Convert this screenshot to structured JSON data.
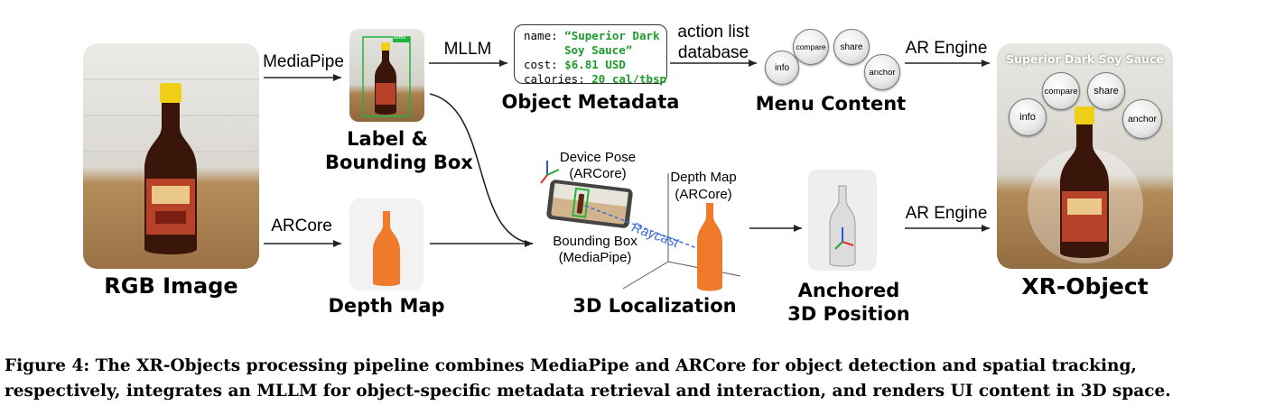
{
  "nodes": {
    "rgb_title": "RGB Image",
    "label_title_line1": "Label &",
    "label_title_line2": "Bounding Box",
    "bbox_tag": "bottle",
    "depth_title": "Depth Map",
    "metadata_title": "Object Metadata",
    "menu_title": "Menu Content",
    "localization_title": "3D Localization",
    "anchored_line1": "Anchored",
    "anchored_line2": "3D Position",
    "xr_title": "XR-Object"
  },
  "edges": {
    "mediapipe": "MediaPipe",
    "arcore": "ARCore",
    "mllm": "MLLM",
    "action_line1": "action list",
    "action_line2": "database",
    "ar_engine_top": "AR Engine",
    "ar_engine_bottom": "AR Engine"
  },
  "metadata": {
    "name_key": "name:",
    "name_val_line1": "“Superior Dark",
    "name_val_line2": "Soy Sauce”",
    "cost_key": "cost:",
    "cost_val": "$6.81 USD",
    "calories_key": "calories:",
    "calories_val": "20 cal/tbsp"
  },
  "menu_buttons": {
    "info": "info",
    "compare": "compare",
    "share": "share",
    "anchor": "anchor"
  },
  "localization": {
    "device_pose_line1": "Device Pose",
    "device_pose_line2": "(ARCore)",
    "depth_map_line1": "Depth Map",
    "depth_map_line2": "(ARCore)",
    "raycast": "Raycast",
    "bbox_line1": "Bounding Box",
    "bbox_line2": "(MediaPipe)"
  },
  "xr_object": {
    "product_title": "Superior Dark Soy Sauce"
  },
  "caption": {
    "line1": "Figure 4: The XR-Objects processing pipeline combines MediaPipe and ARCore for object detection and spatial tracking,",
    "line2": "respectively, integrates an MLLM for object-specific metadata retrieval and interaction, and renders UI content in 3D space."
  },
  "colors": {
    "bottle_orange": "#f07a2c",
    "mono_green": "#1e9b2c",
    "raycast_blue": "#3a6fd8",
    "bbox_green": "#22b43a"
  }
}
